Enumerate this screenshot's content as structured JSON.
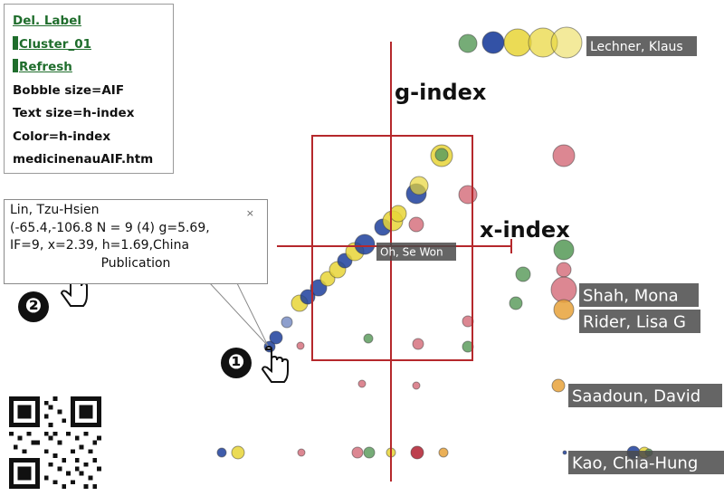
{
  "menu": {
    "items": [
      "Del. Label",
      "Cluster_01",
      "Refresh"
    ],
    "info": [
      "Bobble size=AIF",
      "Text size=h-index",
      "Color=h-index",
      "medicinenauAIF.htm"
    ]
  },
  "tooltip": {
    "title": "Lin, Tzu-Hsien",
    "line1": "(-65.4,-106.8 N = 9 (4) g=5.69,",
    "line2": "IF=9, x=2.39, h=1.69,China",
    "line3": "Publication",
    "close": "×"
  },
  "callouts": [
    "❶",
    "❷"
  ],
  "colors": {
    "blue": "#1d3f9c",
    "yellow": "#e8d537",
    "green": "#5e9e5f",
    "pink": "#d6727f",
    "red": "#b22030",
    "orange": "#e8a23a",
    "frame": "#b5282c"
  },
  "chart_data": {
    "type": "scatter",
    "axis_labels": {
      "y": "g-index",
      "x": "x-index"
    },
    "labels": [
      {
        "text": "Lechner, Klaus"
      },
      {
        "text": "Oh, Se Won"
      },
      {
        "text": "Shah, Mona"
      },
      {
        "text": "Rider, Lisa G"
      },
      {
        "text": "Saadoun, David"
      },
      {
        "text": "Kao, Chia-Hung"
      }
    ]
  }
}
